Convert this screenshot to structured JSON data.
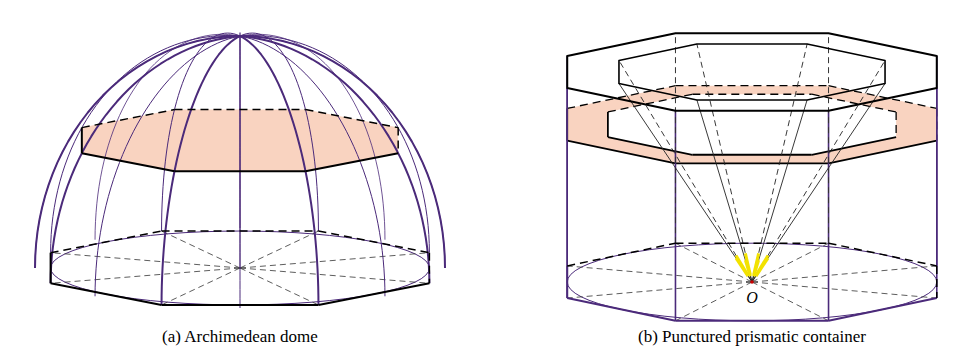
{
  "diagram": {
    "labels": [
      "(a) Archimedean dome",
      "(b) Punctured prismatic container",
      "O"
    ]
  }
}
